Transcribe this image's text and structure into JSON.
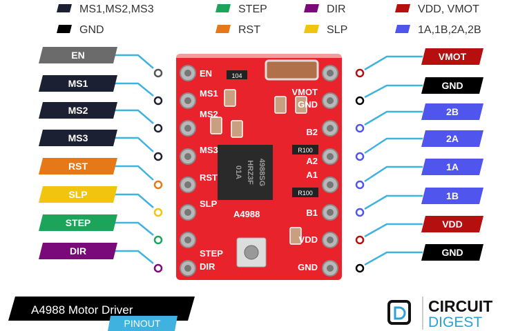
{
  "legend": [
    {
      "label": "MS1,MS2,MS3",
      "color": "#1c2033"
    },
    {
      "label": "GND",
      "color": "#000000"
    },
    {
      "label": "STEP",
      "color": "#1aa55a"
    },
    {
      "label": "RST",
      "color": "#e67817"
    },
    {
      "label": "DIR",
      "color": "#7a0a7a"
    },
    {
      "label": "SLP",
      "color": "#f1c40f"
    },
    {
      "label": "VDD, VMOT",
      "color": "#b50f0f"
    },
    {
      "label": "1A,1B,2A,2B",
      "color": "#5055ee"
    }
  ],
  "left_pins": [
    {
      "label": "EN",
      "color": "#6b6b6b"
    },
    {
      "label": "MS1",
      "color": "#1c2033"
    },
    {
      "label": "MS2",
      "color": "#1c2033"
    },
    {
      "label": "MS3",
      "color": "#1c2033"
    },
    {
      "label": "RST",
      "color": "#e67817"
    },
    {
      "label": "SLP",
      "color": "#f1c40f"
    },
    {
      "label": "STEP",
      "color": "#1aa55a"
    },
    {
      "label": "DIR",
      "color": "#7a0a7a"
    }
  ],
  "right_pins": [
    {
      "label": "VMOT",
      "color": "#b50f0f"
    },
    {
      "label": "GND",
      "color": "#000000"
    },
    {
      "label": "2B",
      "color": "#5055ee"
    },
    {
      "label": "2A",
      "color": "#5055ee"
    },
    {
      "label": "1A",
      "color": "#5055ee"
    },
    {
      "label": "1B",
      "color": "#5055ee"
    },
    {
      "label": "VDD",
      "color": "#b50f0f"
    },
    {
      "label": "GND",
      "color": "#000000"
    }
  ],
  "board": {
    "chip_text": [
      "4988SG",
      "HRZ3F",
      "01A"
    ],
    "model": "A4988",
    "left_silk": [
      "EN",
      "MS1",
      "MS2",
      "MS3",
      "RST",
      "SLP",
      "STEP",
      "DIR"
    ],
    "right_silk": [
      "VMOT",
      "GND",
      "B2",
      "A2",
      "A1",
      "B1",
      "VDD",
      "GND"
    ],
    "resistor_labels": [
      "104",
      "R100",
      "R100"
    ]
  },
  "title": {
    "main": "A4988 Motor Driver",
    "sub": "PINOUT"
  },
  "logo": {
    "line1": "CIRCUIT",
    "line2": "DIGEST"
  },
  "line_color": "#3fb2e0"
}
